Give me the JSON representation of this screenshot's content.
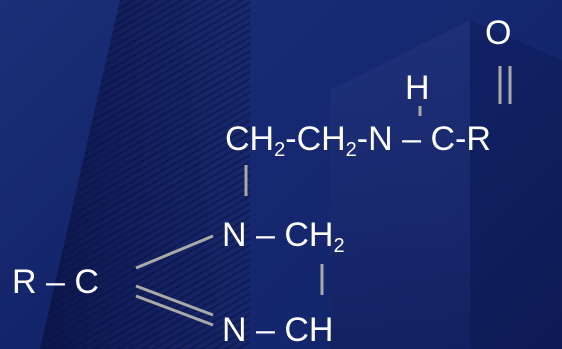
{
  "formula": {
    "oxygen": "O",
    "hydrogen": "H",
    "chain_ch2_a": "CH",
    "chain_sub_a": "2",
    "chain_dash_a": "-",
    "chain_ch2_b": "CH",
    "chain_sub_b": "2",
    "chain_rest": "-N – C-R",
    "imine_n_top": "N – CH",
    "imine_n_top_sub": "2",
    "r_c": "R – C",
    "imine_n_bottom": "N – CH"
  },
  "colors": {
    "background": "#13246a",
    "text": "#ffffff",
    "bonds": "#a9a9a9"
  }
}
